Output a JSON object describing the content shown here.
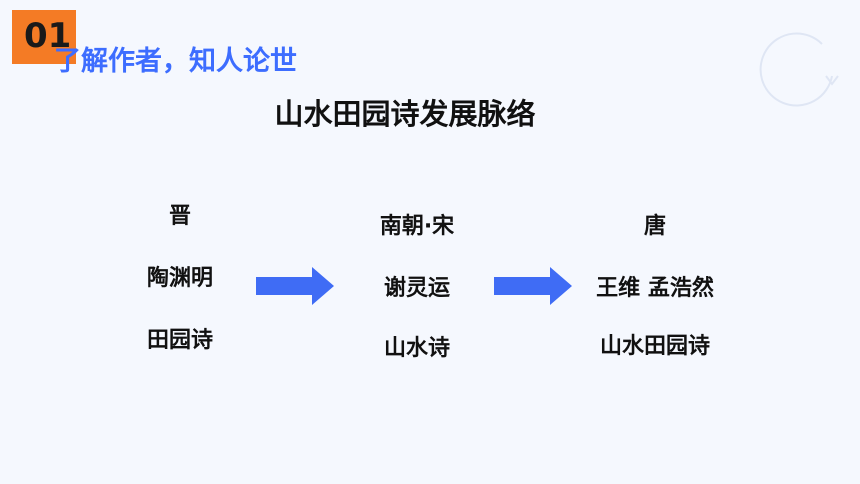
{
  "badge": {
    "number": "01",
    "color": "#f47b25"
  },
  "section_heading": "了解作者，知人论世",
  "title": "山水田园诗发展脉络",
  "columns": [
    {
      "era": "晋",
      "poet": "陶渊明",
      "genre": "田园诗"
    },
    {
      "era": "南朝·宋",
      "poet": "谢灵运",
      "genre": "山水诗"
    },
    {
      "era": "唐",
      "poet": "王维 孟浩然",
      "genre": "山水田园诗"
    }
  ],
  "colors": {
    "accent": "#3d6dff",
    "arrow": "#3f6cf5",
    "background": "#f5f8fe"
  },
  "icons": [
    "right-arrow-icon",
    "right-arrow-icon",
    "refresh-circle-icon"
  ]
}
